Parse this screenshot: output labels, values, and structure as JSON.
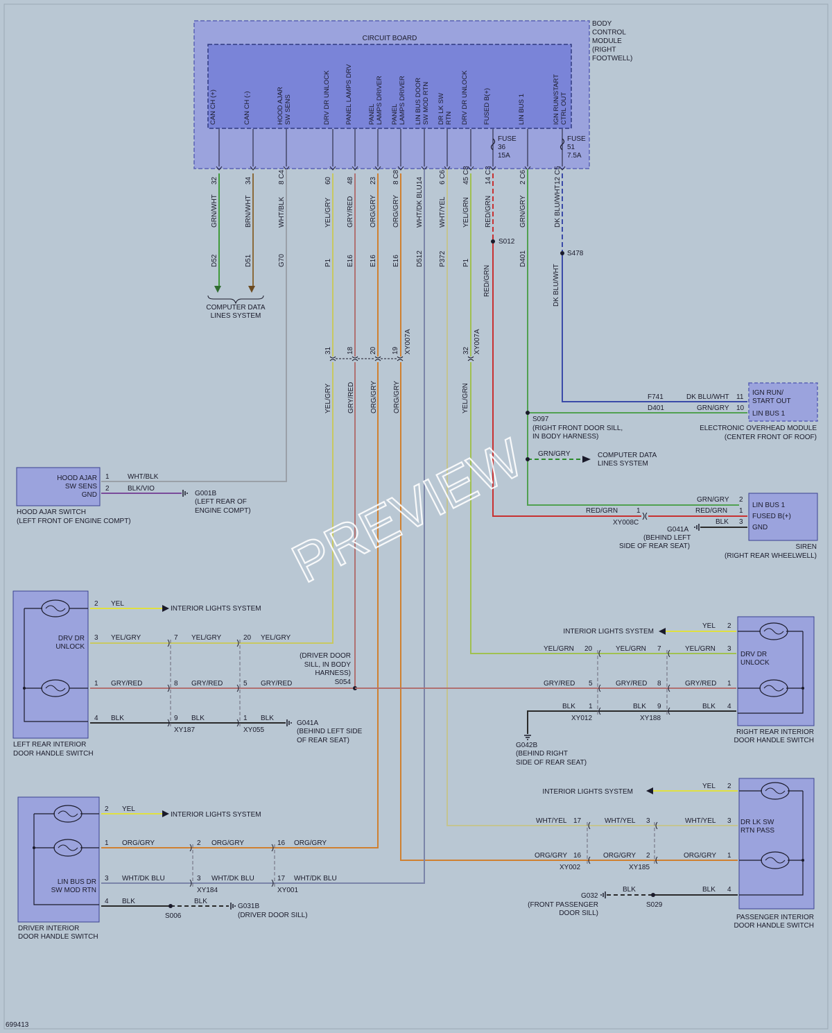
{
  "bcm": {
    "title_lines": [
      "BODY",
      "CONTROL",
      "MODULE",
      "(RIGHT",
      "FOOTWELL)"
    ],
    "circuit_board_label": "CIRCUIT BOARD",
    "pins": [
      {
        "label": [
          "CAN CH (+)"
        ],
        "conn_label": "32",
        "wire_color": "GRN/WHT",
        "circuit": "D52",
        "hex": "#3f9a3a"
      },
      {
        "label": [
          "CAN CH (-)"
        ],
        "conn_label": "34",
        "wire_color": "BRN/WHT",
        "circuit": "D51",
        "hex": "#8a6a3a"
      },
      {
        "label": [
          "HOOD AJAR",
          "SW SENS"
        ],
        "conn_label": "8 C4",
        "wire_color": "WHT/BLK",
        "circuit": "G70",
        "hex": "#9aa0a8"
      },
      {
        "label": [
          "DRV DR UNLOCK"
        ],
        "conn_label": "60",
        "wire_color": "YEL/GRY",
        "circuit": "P1",
        "hex": "#c8c860"
      },
      {
        "label": [
          "PANEL LAMPS DRV"
        ],
        "conn_label": "48",
        "wire_color": "GRY/RED",
        "circuit": "E16",
        "hex": "#b07070"
      },
      {
        "label": [
          "PANEL",
          "LAMPS DRIVER"
        ],
        "conn_label": "23",
        "wire_color": "ORG/GRY",
        "circuit": "E16",
        "hex": "#d08030"
      },
      {
        "label": [
          "PANEL",
          "LAMPS DRIVER"
        ],
        "conn_label": "8 C8",
        "wire_color": "ORG/GRY",
        "circuit": "E16",
        "hex": "#d08030"
      },
      {
        "label": [
          "LIN BUS DOOR",
          "SW MOD RTN"
        ],
        "conn_label": "14",
        "wire_color": "WHT/DK BLU",
        "circuit": "D512",
        "hex": "#7a84a8"
      },
      {
        "label": [
          "DR LK SW",
          "RTN"
        ],
        "conn_label": "6 C6",
        "wire_color": "WHT/YEL",
        "circuit": "P372",
        "hex": "#c4c490"
      },
      {
        "label": [
          "DRV DR UNLOCK"
        ],
        "conn_label": "45 C8",
        "wire_color": "YEL/GRN",
        "circuit": "P1",
        "hex": "#a0c050"
      },
      {
        "label": [
          "FUSED B(+)"
        ],
        "conn_label": "14 C3",
        "wire_color": "RED/GRN",
        "circuit": "",
        "hex": "#c83030"
      },
      {
        "label": [
          "LIN BUS 1"
        ],
        "conn_label": "2 C6",
        "wire_color": "GRN/GRY",
        "circuit": "D401",
        "hex": "#50a050"
      },
      {
        "label": [
          "IGN RUN/START",
          "CTRL OUT"
        ],
        "conn_label": "12 C5",
        "wire_color": "DK BLU/WHT",
        "circuit": "",
        "hex": "#3a4aa8"
      }
    ],
    "fuses": [
      {
        "lines": [
          "FUSE",
          "36",
          "15A"
        ]
      },
      {
        "lines": [
          "FUSE",
          "51",
          "7.5A"
        ]
      }
    ]
  },
  "splices": {
    "s012": "S012",
    "s478": "S478",
    "s097": "S097",
    "s054": "S054",
    "s006": "S006",
    "s029": "S029"
  },
  "circuits_lower": {
    "red_grn": "RED/GRN",
    "dk_blu_wht": "DK BLU/WHT",
    "f741": "F741",
    "d401": "D401"
  },
  "computer_data_lines": {
    "line1": "COMPUTER DATA",
    "line2": "LINES SYSTEM"
  },
  "s097_note": {
    "line1": "(RIGHT FRONT DOOR SILL,",
    "line2": "IN BODY HARNESS)"
  },
  "inline_connectors": {
    "pins": [
      "31",
      "18",
      "20",
      "19",
      "32"
    ],
    "names": [
      "XY007A",
      "XY007A"
    ]
  },
  "overhead_module": {
    "pins": [
      {
        "label": "IGN RUN/",
        "label2": "START OUT",
        "pin": "11",
        "wire": "DK BLU/WHT",
        "circuit": "F741"
      },
      {
        "label": "LIN BUS 1",
        "pin": "10",
        "wire": "GRN/GRY",
        "circuit": "D401"
      }
    ],
    "name": "ELECTRONIC OVERHEAD MODULE",
    "location": "(CENTER FRONT OF ROOF)"
  },
  "grn_gry_branch": "GRN/GRY",
  "siren": {
    "pins": [
      {
        "label": "LIN BUS 1",
        "pin": "2",
        "wire": "GRN/GRY"
      },
      {
        "label": "FUSED B(+)",
        "pin": "1",
        "wire": "RED/GRN"
      },
      {
        "label": "GND",
        "pin": "3",
        "wire": "BLK"
      }
    ],
    "inline": {
      "pin": "1",
      "wire": "RED/GRN",
      "name": "XY008C"
    },
    "ground": {
      "name": "G041A",
      "line1": "(BEHIND LEFT",
      "line2": "SIDE OF REAR SEAT)"
    },
    "name": "SIREN",
    "location": "(RIGHT REAR WHEELWELL)"
  },
  "hood_switch": {
    "labels": [
      "HOOD AJAR",
      "SW SENS",
      "GND"
    ],
    "pins": [
      "1",
      "2"
    ],
    "wires": [
      "WHT/BLK",
      "BLK/VIO"
    ],
    "ground": {
      "name": "G001B",
      "line1": "(LEFT REAR OF",
      "line2": "ENGINE COMPT)"
    },
    "name": "HOOD AJAR SWITCH",
    "location": "(LEFT FRONT OF ENGINE COMPT)"
  },
  "left_rear": {
    "labels": {
      "drv_dr": "DRV DR",
      "unlock": "UNLOCK"
    },
    "rows": [
      {
        "pin": "2",
        "wire": "YEL",
        "dest": "INTERIOR LIGHTS SYSTEM"
      },
      {
        "pin": "3",
        "wire": "YEL/GRY",
        "p2": "7",
        "w2": "YEL/GRY",
        "p3": "20",
        "w3": "YEL/GRY"
      },
      {
        "pin": "1",
        "wire": "GRY/RED",
        "p2": "8",
        "w2": "GRY/RED",
        "p3": "5",
        "w3": "GRY/RED"
      },
      {
        "pin": "4",
        "wire": "BLK",
        "p2": "9",
        "w2": "BLK",
        "p3": "1",
        "w3": "BLK"
      }
    ],
    "conn1": "XY187",
    "conn2": "XY055",
    "ground": {
      "name": "G041A",
      "line1": "(BEHIND LEFT SIDE",
      "line2": "OF REAR SEAT)"
    },
    "name": "LEFT REAR INTERIOR",
    "name2": "DOOR HANDLE SWITCH"
  },
  "s054_note": {
    "line1": "(DRIVER DOOR",
    "line2": "SILL, IN BODY",
    "line3": "HARNESS)"
  },
  "right_rear": {
    "labels": {
      "drv_dr": "DRV DR",
      "unlock": "UNLOCK"
    },
    "rows": [
      {
        "pin": "2",
        "wire": "YEL",
        "dest": "INTERIOR LIGHTS SYSTEM"
      },
      {
        "pin": "3",
        "wire": "YEL/GRN",
        "p2": "7",
        "w2": "YEL/GRN",
        "p3": "20",
        "w3": "YEL/GRN"
      },
      {
        "pin": "1",
        "wire": "GRY/RED",
        "p2": "8",
        "w2": "GRY/RED",
        "p3": "5",
        "w3": "GRY/RED"
      },
      {
        "pin": "4",
        "wire": "BLK",
        "p2": "9",
        "w2": "BLK",
        "p3": "1",
        "w3": "BLK"
      }
    ],
    "conn1": "XY188",
    "conn2": "XY012",
    "ground": {
      "name": "G042B",
      "line1": "(BEHIND RIGHT",
      "line2": "SIDE OF REAR SEAT)"
    },
    "name": "RIGHT REAR INTERIOR",
    "name2": "DOOR HANDLE SWITCH"
  },
  "driver_handle": {
    "labels": {
      "lin1": "LIN BUS DR",
      "lin2": "SW MOD RTN"
    },
    "rows": [
      {
        "pin": "2",
        "wire": "YEL",
        "dest": "INTERIOR LIGHTS SYSTEM"
      },
      {
        "pin": "1",
        "wire": "ORG/GRY",
        "p2": "2",
        "w2": "ORG/GRY",
        "p3": "16",
        "w3": "ORG/GRY"
      },
      {
        "pin": "3",
        "wire": "WHT/DK BLU",
        "p2": "3",
        "w2": "WHT/DK BLU",
        "p3": "17",
        "w3": "WHT/DK BLU"
      },
      {
        "pin": "4",
        "wire": "BLK",
        "w2": "BLK"
      }
    ],
    "conn1": "XY184",
    "conn2": "XY001",
    "ground": {
      "name": "G031B",
      "line1": "(DRIVER DOOR SILL)"
    },
    "name": "DRIVER INTERIOR",
    "name2": "DOOR HANDLE SWITCH"
  },
  "passenger_handle": {
    "labels": {
      "l1": "DR LK SW",
      "l2": "RTN PASS"
    },
    "rows": [
      {
        "pin": "2",
        "wire": "YEL",
        "dest": "INTERIOR LIGHTS SYSTEM"
      },
      {
        "pin": "3",
        "wire": "WHT/YEL",
        "p2": "3",
        "w2": "WHT/YEL",
        "p3": "17",
        "w3": "WHT/YEL"
      },
      {
        "pin": "1",
        "wire": "ORG/GRY",
        "p2": "2",
        "w2": "ORG/GRY",
        "p3": "16",
        "w3": "ORG/GRY"
      },
      {
        "pin": "4",
        "wire": "BLK",
        "w2": "BLK"
      }
    ],
    "conn1": "XY185",
    "conn2": "XY002",
    "ground": {
      "name": "G032",
      "line1": "(FRONT PASSENGER",
      "line2": "DOOR SILL)"
    },
    "name": "PASSENGER INTERIOR",
    "name2": "DOOR HANDLE SWITCH"
  },
  "footer_id": "699413",
  "watermark": "PREVIEW"
}
